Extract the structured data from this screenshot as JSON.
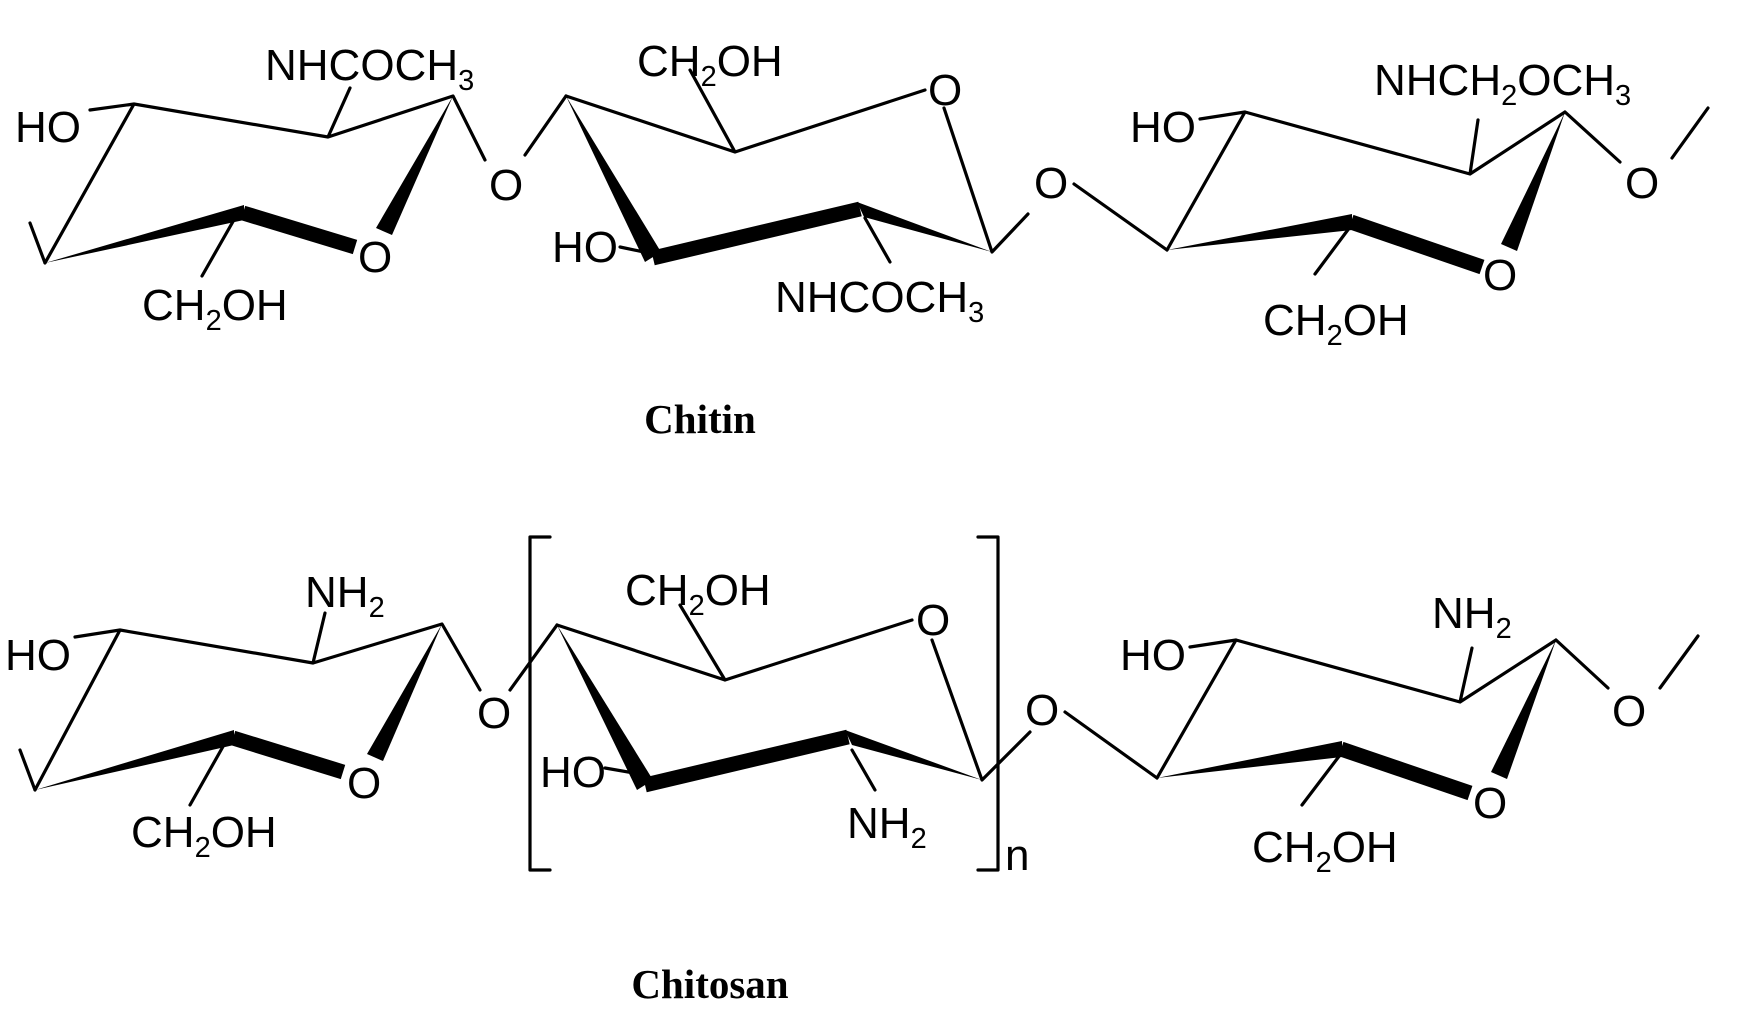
{
  "chitin": {
    "title": "Chitin",
    "ring1": {
      "ho": "HO",
      "nh_label": "NHCOCH",
      "nh_sub": "3",
      "ring_o": "O",
      "ch2oh_a": "CH",
      "ch2oh_sub": "2",
      "ch2oh_b": "OH"
    },
    "link1_o": "O",
    "ring2": {
      "ch2oh_a": "CH",
      "ch2oh_sub": "2",
      "ch2oh_b": "OH",
      "ring_o": "O",
      "ho": "HO",
      "nh_label": "NHCOCH",
      "nh_sub": "3"
    },
    "link2_o": "O",
    "ring3": {
      "ho": "HO",
      "nh_a": "NHCH",
      "nh_sub1": "2",
      "nh_b": "OCH",
      "nh_sub2": "3",
      "ring_o": "O",
      "ch2oh_a": "CH",
      "ch2oh_sub": "2",
      "ch2oh_b": "OH"
    },
    "end_o": "O"
  },
  "chitosan": {
    "title": "Chitosan",
    "ring1": {
      "ho": "HO",
      "nh_a": "NH",
      "nh_sub": "2",
      "ring_o": "O",
      "ch2oh_a": "CH",
      "ch2oh_sub": "2",
      "ch2oh_b": "OH"
    },
    "link1_o": "O",
    "ring2": {
      "ch2oh_a": "CH",
      "ch2oh_sub": "2",
      "ch2oh_b": "OH",
      "ring_o": "O",
      "ho": "HO",
      "nh_a": "NH",
      "nh_sub": "2"
    },
    "repeat_n": "n",
    "link2_o": "O",
    "ring3": {
      "ho": "HO",
      "nh_a": "NH",
      "nh_sub": "2",
      "ring_o": "O",
      "ch2oh_a": "CH",
      "ch2oh_sub": "2",
      "ch2oh_b": "OH"
    },
    "end_o": "O"
  }
}
